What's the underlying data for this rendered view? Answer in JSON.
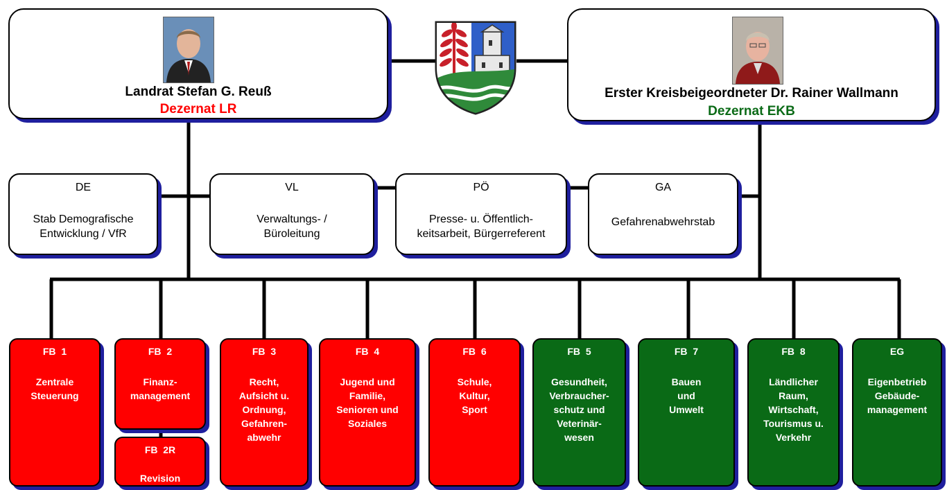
{
  "leaders": {
    "landrat": {
      "name": "Landrat Stefan G. Reuß",
      "dezernat": "Dezernat LR",
      "dezernat_color": "#ff0000"
    },
    "ekb": {
      "name": "Erster Kreisbeigeordneter Dr. Rainer Wallmann",
      "dezernat": "Dezernat EKB",
      "dezernat_color": "#0a6a16"
    }
  },
  "staff": [
    {
      "code": "DE",
      "title": "Stab Demografische\nEntwicklung / VfR"
    },
    {
      "code": "VL",
      "title": "Verwaltungs- /\nBüroleitung"
    },
    {
      "code": "PÖ",
      "title": "Presse- u. Öffentlich-\nkeitsarbeit, Bürgerreferent"
    },
    {
      "code": "GA",
      "title": "Gefahrenabwehrstab"
    }
  ],
  "units": [
    {
      "code": "FB  1",
      "title": "Zentrale\nSteuerung",
      "color": "red"
    },
    {
      "code": "FB  2",
      "title": "Finanz-\nmanagement",
      "color": "red"
    },
    {
      "code": "FB  2R",
      "title": "Revision",
      "color": "red"
    },
    {
      "code": "FB  3",
      "title": "Recht,\nAufsicht u.\nOrdnung,\nGefahren-\nabwehr",
      "color": "red"
    },
    {
      "code": "FB  4",
      "title": "Jugend und\nFamilie,\nSenioren und\nSoziales",
      "color": "red"
    },
    {
      "code": "FB  6",
      "title": "Schule,\nKultur,\nSport",
      "color": "red"
    },
    {
      "code": "FB  5",
      "title": "Gesundheit,\nVerbraucher-\nschutz und\nVeterinär-\nwesen",
      "color": "green"
    },
    {
      "code": "FB  7",
      "title": "Bauen\nund\nUmwelt",
      "color": "green"
    },
    {
      "code": "FB  8",
      "title": "Ländlicher\nRaum,\nWirtschaft,\nTourismus u.\nVerkehr",
      "color": "green"
    },
    {
      "code": "EG",
      "title": "Eigenbetrieb\nGebäude-\nmanagement",
      "color": "green"
    }
  ],
  "colors": {
    "lr_red": "#ff0000",
    "ekb_green": "#0a6a16",
    "shadow_blue": "#1f1f9e"
  },
  "icons": [
    "coat-of-arms-icon",
    "portrait-landrat-photo",
    "portrait-ekb-photo"
  ]
}
